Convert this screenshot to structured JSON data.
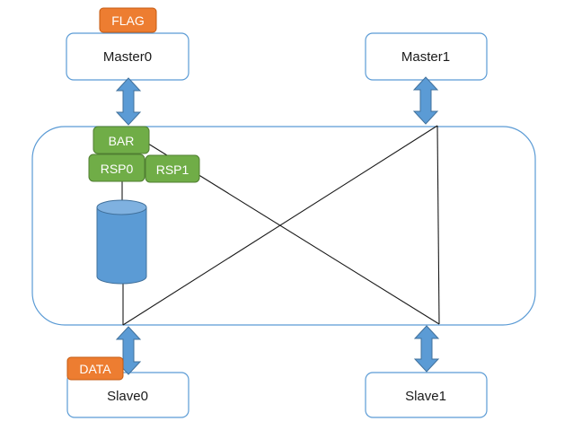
{
  "nodes": {
    "master0": "Master0",
    "master1": "Master1",
    "slave0": "Slave0",
    "slave1": "Slave1"
  },
  "tags": {
    "flag": "FLAG",
    "data": "DATA",
    "bar": "BAR",
    "rsp0": "RSP0",
    "rsp1": "RSP1"
  },
  "colors": {
    "box_border": "#5b9bd5",
    "arrow_fill": "#5b9bd5",
    "arrow_stroke": "#41719c",
    "orange": "#ed7d31",
    "green": "#70ad47",
    "cylinder": "#5b9bd5"
  },
  "icons": {
    "storage": "database-cylinder-icon",
    "arrows": "double-headed-arrow-icon"
  }
}
